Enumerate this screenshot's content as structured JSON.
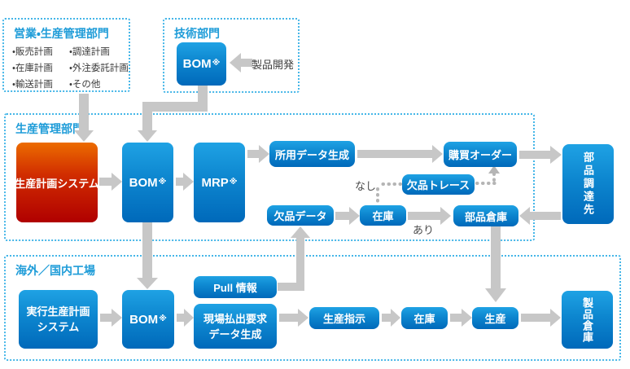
{
  "sections": {
    "sales": {
      "title": "営業・生産管理部門",
      "rows": [
        {
          "c1": "・販売計画",
          "c2": "・調達計画"
        },
        {
          "c1": "・在庫計画",
          "c2": "・外注委託計画"
        },
        {
          "c1": "・輸送計画",
          "c2": "・その他"
        }
      ]
    },
    "tech": {
      "title": "技術部門",
      "bom": {
        "label": "BOM",
        "note": "※"
      },
      "product_dev": "製品開発"
    },
    "production": {
      "title": "生産管理部門",
      "planning_system": "生産計画システム",
      "bom": {
        "label": "BOM",
        "note": "※"
      },
      "mrp": {
        "label": "MRP",
        "note": "※"
      },
      "demand_data_gen": "所用データ生成",
      "purchase_order": "購買オーダー",
      "shortage_trace": "欠品トレース",
      "shortage_data": "欠品データ",
      "stock": "在庫",
      "parts_warehouse": "部品倉庫",
      "branch_none": "なし",
      "branch_exists": "あり"
    },
    "suppliers": {
      "label": "部品調達先"
    },
    "factory": {
      "title": "海外／国内工場",
      "exec_system_line1": "実行生産計画",
      "exec_system_line2": "システム",
      "bom": {
        "label": "BOM",
        "note": "※"
      },
      "pull_info": "Pull 情報",
      "dispatch_line1": "現場払出要求",
      "dispatch_line2": "データ生成",
      "production_order": "生産指示",
      "stock": "在庫",
      "production": "生産",
      "product_warehouse": "製品倉庫"
    }
  },
  "colors": {
    "accent_blue": "#1e9cd8",
    "node_gradient_top": "#1fa2e4",
    "node_gradient_bottom": "#0069ba",
    "red_gradient_top": "#ec6c00",
    "red_gradient_bottom": "#b00000",
    "arrow_gray": "#c7c7c7",
    "dotted_gray": "#b5b5b5",
    "frame_border": "#45b6e8",
    "list_text": "#3c3c3c"
  }
}
